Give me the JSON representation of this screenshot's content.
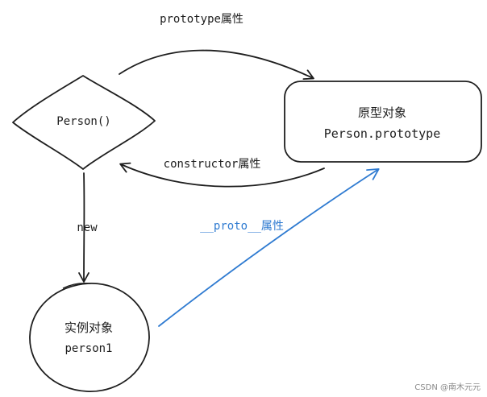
{
  "colors": {
    "stroke": "#1e1e1e",
    "proto_arrow": "#2f7bd1",
    "watermark": "#8a8a8a"
  },
  "nodes": {
    "constructor": {
      "label": "Person()"
    },
    "prototype": {
      "title": "原型对象",
      "subtitle": "Person.prototype"
    },
    "instance": {
      "title": "实例对象",
      "subtitle": "person1"
    }
  },
  "edges": {
    "prototype_property": "prototype属性",
    "constructor_property": "constructor属性",
    "new": "new",
    "proto_property": "__proto__属性"
  },
  "watermark": "CSDN @南木元元"
}
